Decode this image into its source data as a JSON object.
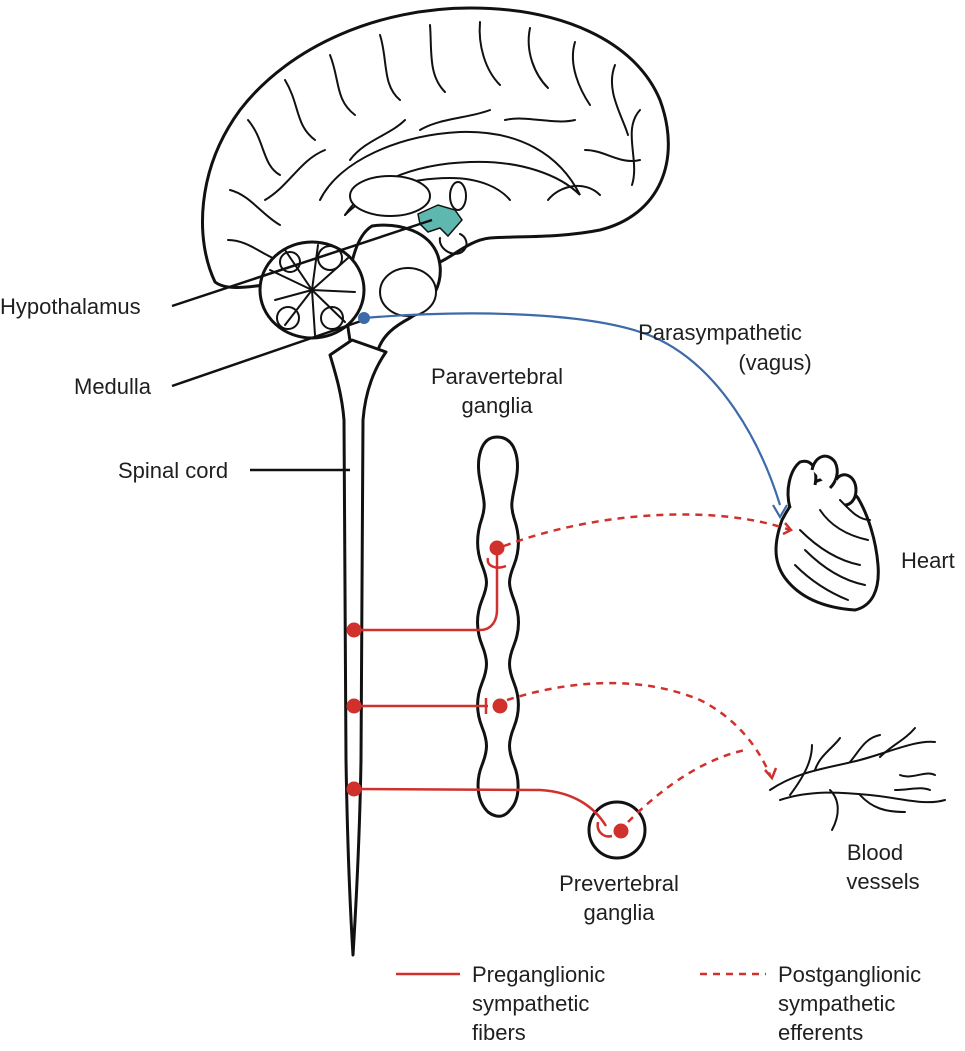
{
  "labels": {
    "hypothalamus": "Hypothalamus",
    "medulla": "Medulla",
    "spinal_cord": "Spinal cord",
    "paravertebral_line1": "Paravertebral",
    "paravertebral_line2": "ganglia",
    "parasympathetic_line1": "Parasympathetic",
    "parasympathetic_line2": "(vagus)",
    "heart": "Heart",
    "blood_vessels_line1": "Blood",
    "blood_vessels_line2": "vessels",
    "prevertebral_line1": "Prevertebral",
    "prevertebral_line2": "ganglia"
  },
  "legend": {
    "preganglionic": [
      "Preganglionic",
      "sympathetic",
      "fibers"
    ],
    "postganglionic": [
      "Postganglionic",
      "sympathetic",
      "efferents"
    ]
  },
  "colors": {
    "sympathetic": "#d0312d",
    "parasympathetic": "#3d6aa8",
    "hypothalamus": "#5fb8b0",
    "outline": "#111111"
  }
}
